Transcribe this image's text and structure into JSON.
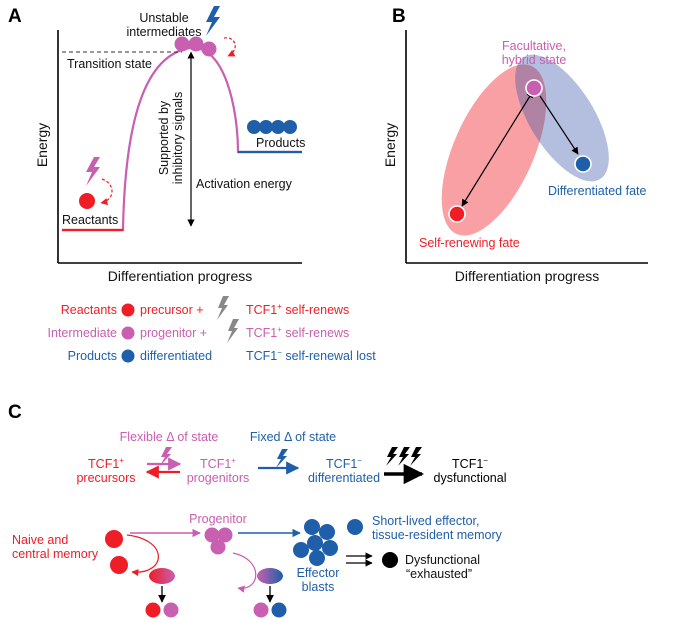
{
  "colors": {
    "red": "#ee1d26",
    "pink": "#c85fb0",
    "blue": "#1f5fa9",
    "red_fill": "#f4a0aa",
    "blue_fill": "#a9b2d8",
    "gray": "#888888",
    "black": "#000000"
  },
  "panel_a": {
    "letter": "A",
    "y_axis": "Energy",
    "x_axis": "Differentiation progress",
    "unstable": "Unstable",
    "intermediates": "intermediates",
    "transition_state": "Transition state",
    "supported_line1": "Supported by",
    "supported_line2": "inhibitory signals",
    "activation_energy": "Activation energy",
    "reactants": "Reactants",
    "products": "Products"
  },
  "panel_b": {
    "letter": "B",
    "y_axis": "Energy",
    "x_axis": "Differentiation progress",
    "facultative_line1": "Facultative,",
    "facultative_line2": "hybrid state",
    "differentiated_fate": "Differentiated fate",
    "self_renewing_fate": "Self-renewing fate"
  },
  "legend": {
    "rows": [
      {
        "label": "Reactants",
        "desc": "precursor +",
        "tcf": "TCF1",
        "sign": "+",
        "tail": " self-renews",
        "color": "red"
      },
      {
        "label": "Intermediate",
        "desc": "progenitor +",
        "tcf": "TCF1",
        "sign": "+",
        "tail": " self-renews",
        "color": "pink"
      },
      {
        "label": "Products",
        "desc": "differentiated",
        "tcf": "TCF1",
        "sign": "−",
        "tail": " self-renewal lost",
        "color": "blue"
      }
    ]
  },
  "panel_c": {
    "letter": "C",
    "flexible": "Flexible Δ of state",
    "fixed": "Fixed Δ of state",
    "stages": [
      {
        "line1": "TCF1",
        "sign": "+",
        "line2": "precursors"
      },
      {
        "line1": "TCF1",
        "sign": "+",
        "line2": "progenitors"
      },
      {
        "line1": "TCF1",
        "sign": "−",
        "line2": "differentiated"
      },
      {
        "line1": "TCF1",
        "sign": "−",
        "line2": "dysfunctional"
      }
    ],
    "naive_line1": "Naive and",
    "naive_line2": "central memory",
    "progenitor": "Progenitor",
    "short_lived_line1": "Short-lived effector,",
    "short_lived_line2": "tissue-resident memory",
    "effector_line1": "Effector",
    "effector_line2": "blasts",
    "dysfunctional": "Dysfunctional",
    "exhausted": "“exhausted”"
  }
}
